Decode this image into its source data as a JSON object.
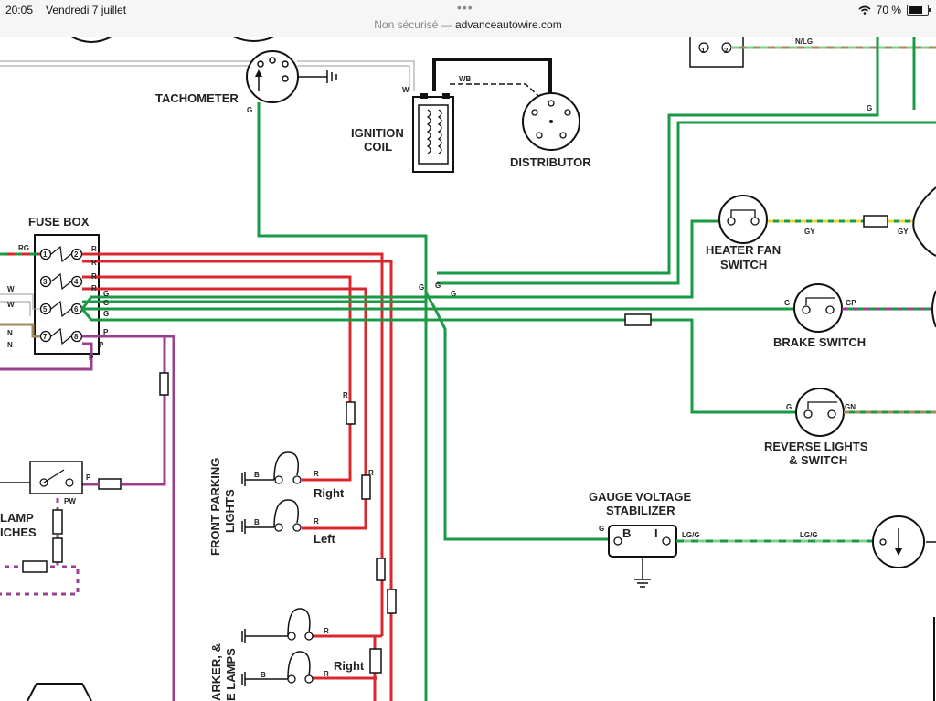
{
  "statusbar": {
    "time": "20:05",
    "date": "Vendredi 7 juillet",
    "dots": "•••",
    "insecure": "Non sécurisé —",
    "url": "advanceautowire.com",
    "battery": "70 %"
  },
  "labels": {
    "tachometer": "TACHOMETER",
    "ignition_coil_1": "IGNITION",
    "ignition_coil_2": "COIL",
    "distributor": "DISTRIBUTOR",
    "fuse_box": "FUSE BOX",
    "heater_fan_1": "HEATER FAN",
    "heater_fan_2": "SWITCH",
    "brake_switch": "BRAKE SWITCH",
    "reverse_1": "REVERSE LIGHTS",
    "reverse_2": "& SWITCH",
    "gauge_1": "GAUGE VOLTAGE",
    "gauge_2": "STABILIZER",
    "front_parking_1": "FRONT PARKING",
    "front_parking_2": "LIGHTS",
    "right1": "Right",
    "left1": "Left",
    "right2": "Right",
    "lamp_1": "LAMP",
    "lamp_2": "ICHES",
    "marker_1": "ARKER, &",
    "marker_2": "E LAMPS"
  },
  "wire_labels": {
    "w_tach": "W",
    "g_tach": "G",
    "wb": "WB",
    "rg": "RG",
    "r": "R",
    "g": "G",
    "w": "W",
    "n": "N",
    "p": "P",
    "pw": "PW",
    "b": "B",
    "gy": "GY",
    "gp": "GP",
    "gn": "GN",
    "lgg": "LG/G",
    "nlg": "N/LG",
    "b_term": "B",
    "i_term": "I"
  },
  "fuse_numbers": [
    "1",
    "2",
    "3",
    "4",
    "5",
    "6",
    "7",
    "8"
  ],
  "colors": {
    "red": "#d8282e",
    "green": "#1a9a45",
    "purple": "#9c3f8f",
    "tan": "#a08a5e",
    "black": "#111111",
    "lightgreen": "#7fcf8f",
    "yellow": "#e6d63b"
  }
}
